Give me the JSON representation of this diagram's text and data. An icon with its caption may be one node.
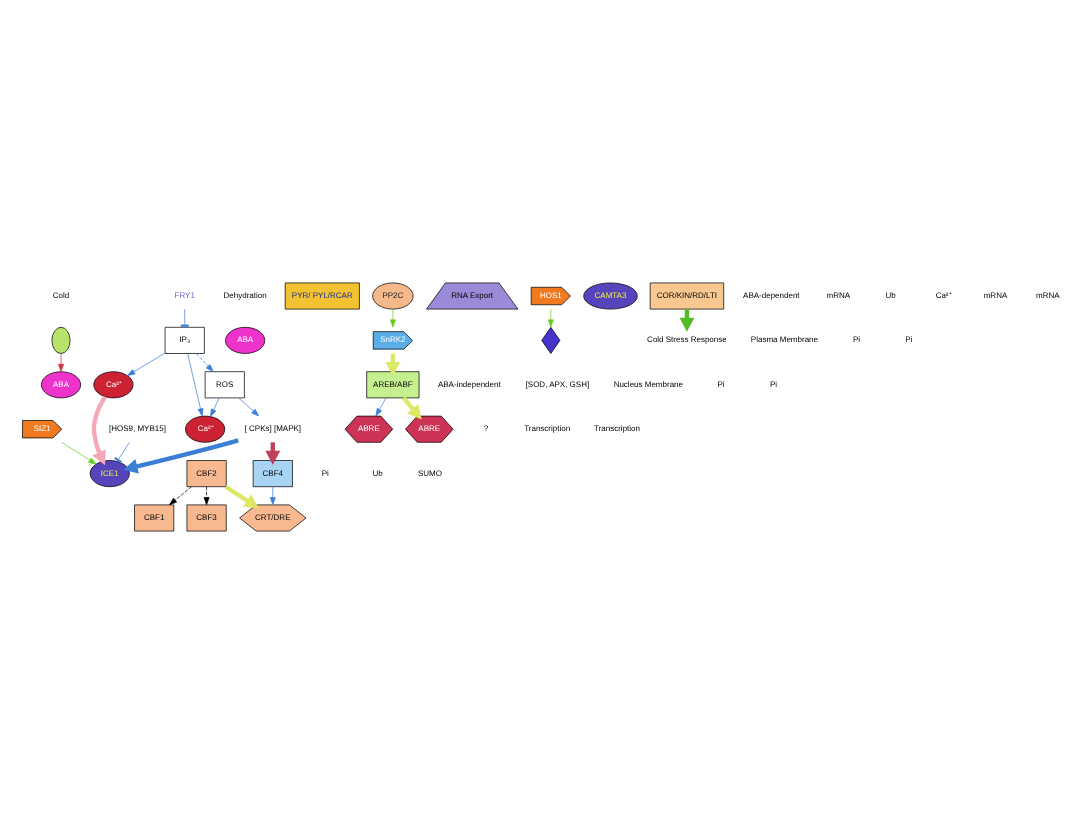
{
  "diagram": {
    "nodes": [
      {
        "text": [],
        "shape": "ellipse"
      },
      {
        "text": [
          "ABA"
        ]
      },
      {
        "text": [
          "IP₃"
        ]
      },
      {
        "text": [
          "ROS"
        ]
      },
      {
        "text": [
          "Ca²⁺"
        ]
      },
      {
        "text": [
          "FRY1"
        ]
      },
      {
        "text": [
          "Ca²⁺"
        ]
      },
      {
        "text": [
          "ABA"
        ]
      },
      {
        "text": [
          "PYR/ PYL/RCAR"
        ]
      },
      {
        "text": [
          "PP2C"
        ]
      },
      {
        "text": [
          "SnRK2"
        ]
      },
      {
        "text": [
          "[ CPKs] [MAPK]"
        ]
      },
      {
        "text": [
          "RNA Export"
        ]
      },
      {
        "text": [
          "HOS1"
        ]
      },
      {
        "text": [
          "SIZ1"
        ]
      },
      {
        "text": [
          "ICE1"
        ]
      },
      {
        "text": [],
        "shape": "diamond"
      },
      {
        "text": [
          "CAMTA3"
        ]
      },
      {
        "text": [
          "CBF3"
        ]
      },
      {
        "text": [
          "CBF2"
        ]
      },
      {
        "text": [
          "CBF1"
        ]
      },
      {
        "text": [
          "CBF4"
        ]
      },
      {
        "text": [
          "AREB/ABF"
        ]
      },
      {
        "text": [
          "[HOS9, MYB15]"
        ]
      },
      {
        "text": [
          "CRT/DRE"
        ]
      },
      {
        "text": [
          "ABRE"
        ]
      },
      {
        "text": [
          "COR/KIN/RD/LTI"
        ]
      },
      {
        "text": [
          "ABRE"
        ]
      },
      {
        "text": [
          "Cold Stress Response"
        ]
      }
    ],
    "edges": [
      {
        "from": 0,
        "to": 1,
        "arrow": "to",
        "color": "#cc3344"
      },
      {
        "from": 2,
        "to": 4,
        "arrow": "to"
      },
      {
        "from": 2,
        "to": 3,
        "arrow": "to",
        "style": "dashed"
      },
      {
        "from": 2,
        "to": 6,
        "arrow": "to"
      },
      {
        "from": 3,
        "to": 6,
        "arrow": "to"
      },
      {
        "from": 3,
        "to": 11,
        "arrow": "to"
      },
      {
        "from": 5,
        "to": 2,
        "arrow": "other"
      },
      {
        "from": 9,
        "to": 10,
        "arrow": "to",
        "color": "#66cc22"
      },
      {
        "from": 10,
        "to": 22,
        "arrow": "to",
        "style": "thick",
        "color": "#dde866"
      },
      {
        "from": 11,
        "to": 15,
        "arrow": "to",
        "style": "thick"
      },
      {
        "from": 11,
        "to": 21,
        "arrow": "to",
        "style": "thick",
        "color": "#c0405a"
      },
      {
        "from": 4,
        "to": 15,
        "arrow": "to",
        "style": "thick",
        "color": "#f4a8b8"
      },
      {
        "from": 13,
        "to": 16,
        "arrow": "to",
        "color": "#66cc22"
      },
      {
        "from": 14,
        "to": 15,
        "arrow": "to",
        "color": "#66cc22"
      },
      {
        "from": 23,
        "to": 15,
        "arrow": "other"
      },
      {
        "from": 19,
        "to": 18,
        "arrow": "to",
        "style": "dashed",
        "color": "#000000"
      },
      {
        "from": 19,
        "to": 20,
        "arrow": "to",
        "style": "dashed",
        "color": "#000000"
      },
      {
        "from": 19,
        "to": 24,
        "arrow": "to",
        "style": "thick",
        "color": "#dde866"
      },
      {
        "from": 21,
        "to": 24,
        "arrow": "to"
      },
      {
        "from": 22,
        "to": 25,
        "arrow": "to"
      },
      {
        "from": 22,
        "to": 27,
        "arrow": "to",
        "style": "thick",
        "color": "#dde866"
      },
      {
        "from": 26,
        "to": 28,
        "arrow": "to",
        "style": "thick",
        "color": "#55bb22"
      }
    ],
    "labels": [
      "Cold",
      "Dehydration",
      "Plasma Membrane",
      "ABA-independent",
      "ABA-dependent",
      "[SOD, APX, GSH]",
      "?",
      "mRNA",
      "Pi",
      "Pi",
      "Nucleus Membrane",
      "Pi",
      "Ub",
      "Pi",
      "Ub",
      "SUMO",
      "Ca²⁺",
      "Pi",
      "Transcription",
      "Transcription",
      "mRNA",
      "mRNA"
    ]
  }
}
